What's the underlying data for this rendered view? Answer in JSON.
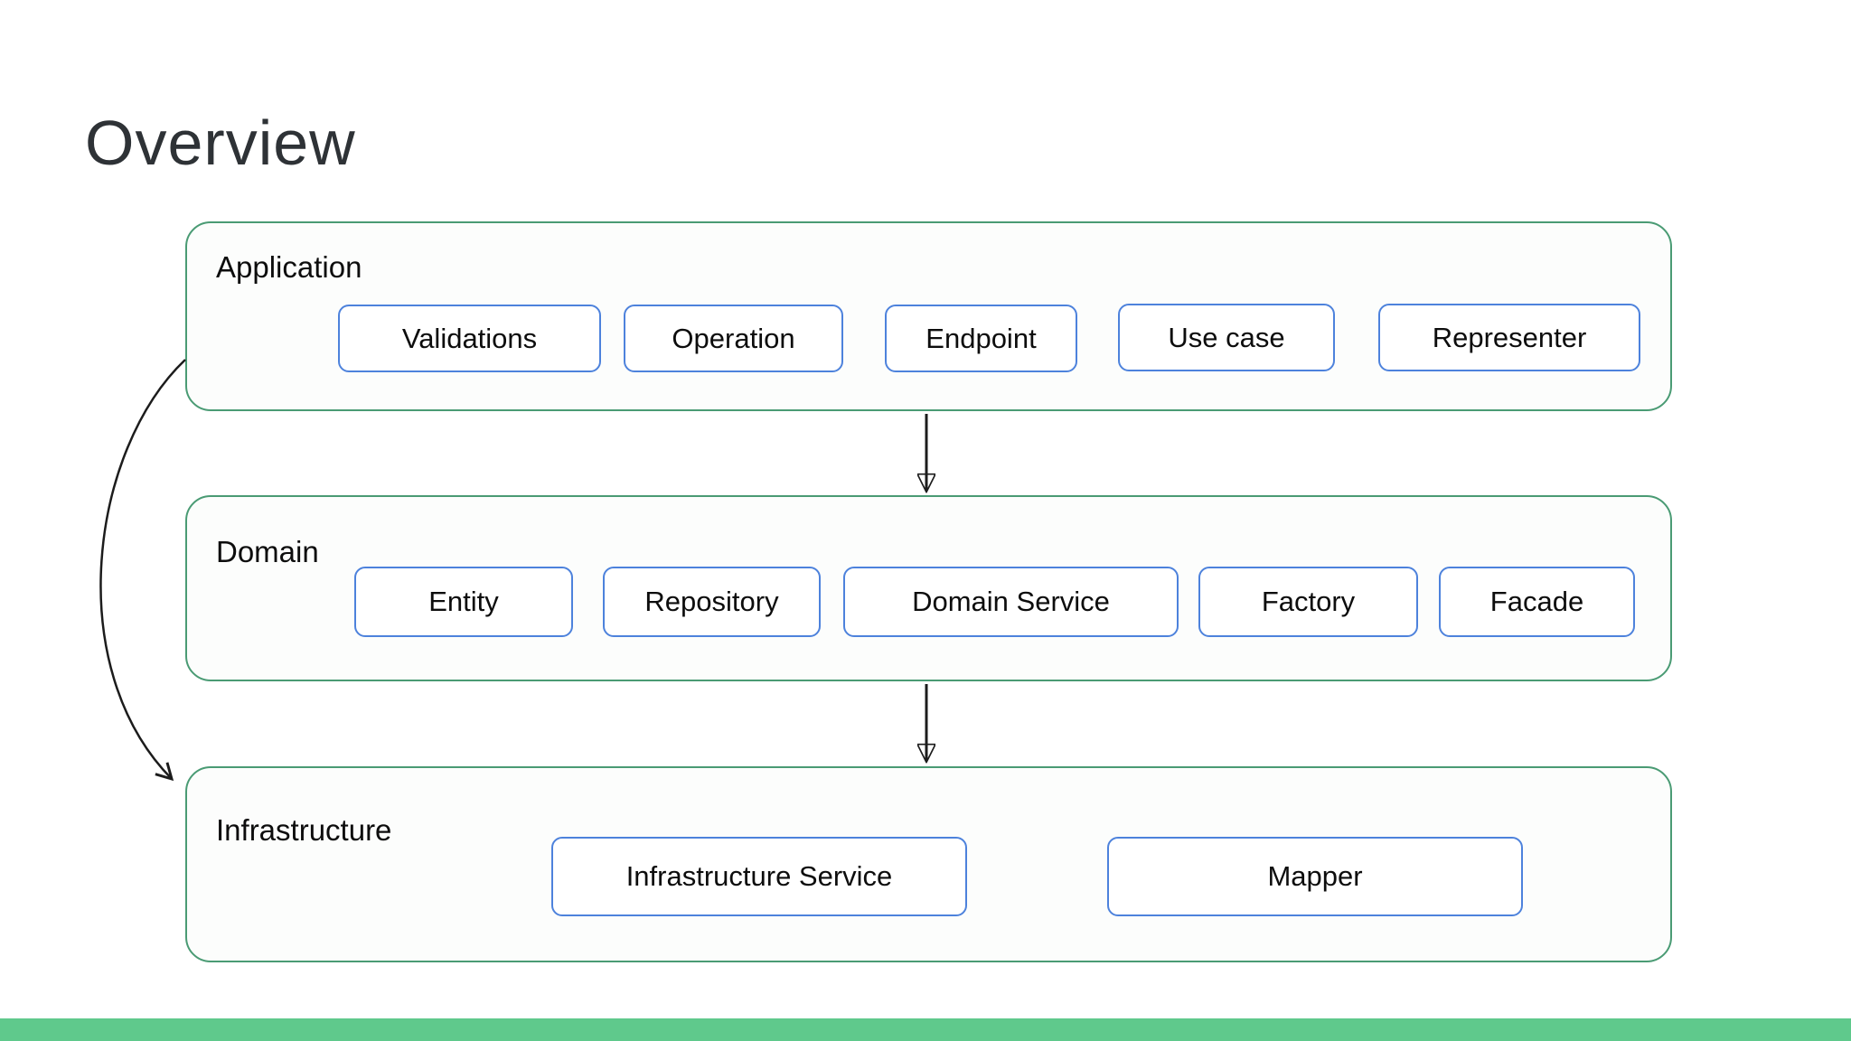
{
  "page": {
    "title": "Overview"
  },
  "layers": [
    {
      "name": "Application",
      "boxes": [
        "Validations",
        "Operation",
        "Endpoint",
        "Use case",
        "Representer"
      ]
    },
    {
      "name": "Domain",
      "boxes": [
        "Entity",
        "Repository",
        "Domain Service",
        "Factory",
        "Facade"
      ]
    },
    {
      "name": "Infrastructure",
      "boxes": [
        "Infrastructure Service",
        "Mapper"
      ]
    }
  ],
  "connections": [
    {
      "from": "Application",
      "to": "Domain",
      "style": "straight-down-arrow"
    },
    {
      "from": "Domain",
      "to": "Infrastructure",
      "style": "straight-down-arrow"
    },
    {
      "from": "Application",
      "to": "Infrastructure",
      "style": "curved-left-bypass-arrow"
    }
  ],
  "colors": {
    "layer_border": "#4a9b74",
    "box_border": "#4d82dc",
    "accent_bar": "#5fc98c",
    "arrow": "#1c1c1c",
    "title_text": "#2e3236",
    "body_text": "#0d0d0d"
  }
}
